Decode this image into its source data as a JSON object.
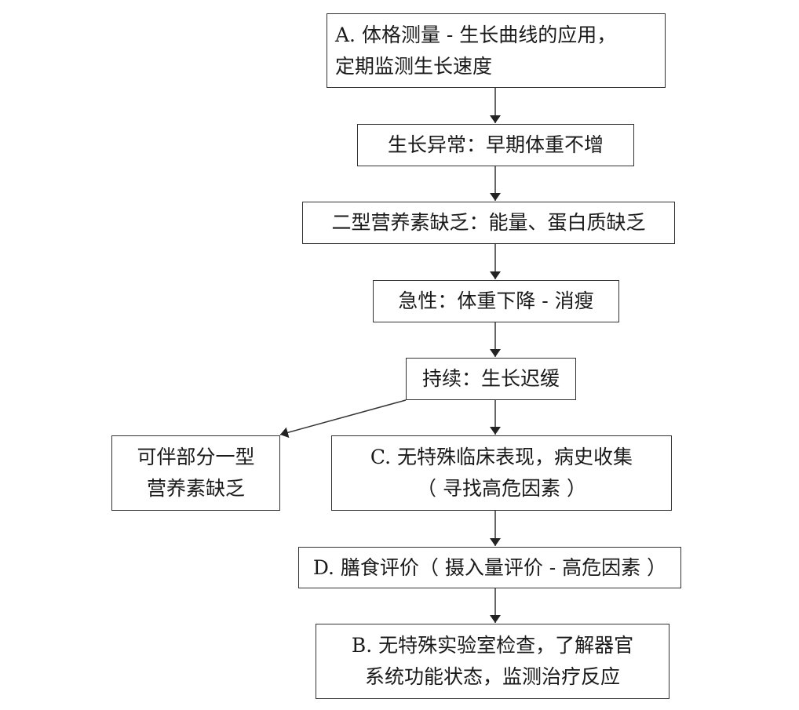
{
  "flowchart": {
    "nodes": [
      {
        "id": "A",
        "lines": [
          "A. 体格测量 - 生长曲线的应用，",
          "定期监测生长速度"
        ]
      },
      {
        "id": "growth-abnormal",
        "lines": [
          "生长异常：早期体重不增"
        ]
      },
      {
        "id": "type2-deficiency",
        "lines": [
          "二型营养素缺乏：能量、蛋白质缺乏"
        ]
      },
      {
        "id": "acute",
        "lines": [
          "急性：体重下降 - 消瘦"
        ]
      },
      {
        "id": "persistent",
        "lines": [
          "持续：生长迟缓"
        ]
      },
      {
        "id": "type1-partial",
        "lines": [
          "可伴部分一型",
          "营养素缺乏"
        ]
      },
      {
        "id": "C",
        "lines": [
          "C. 无特殊临床表现，病史收集",
          "（ 寻找高危因素 ）"
        ]
      },
      {
        "id": "D",
        "lines": [
          "D. 膳食评价（ 摄入量评价 - 高危因素 ）"
        ]
      },
      {
        "id": "B",
        "lines": [
          "B. 无特殊实验室检查，了解器官",
          "系统功能状态，监测治疗反应"
        ]
      }
    ],
    "edges": [
      {
        "from": "A",
        "to": "growth-abnormal"
      },
      {
        "from": "growth-abnormal",
        "to": "type2-deficiency"
      },
      {
        "from": "type2-deficiency",
        "to": "acute"
      },
      {
        "from": "acute",
        "to": "persistent"
      },
      {
        "from": "persistent",
        "to": "type1-partial"
      },
      {
        "from": "persistent",
        "to": "C"
      },
      {
        "from": "C",
        "to": "D"
      },
      {
        "from": "D",
        "to": "B"
      }
    ],
    "line_color": "#333333"
  }
}
